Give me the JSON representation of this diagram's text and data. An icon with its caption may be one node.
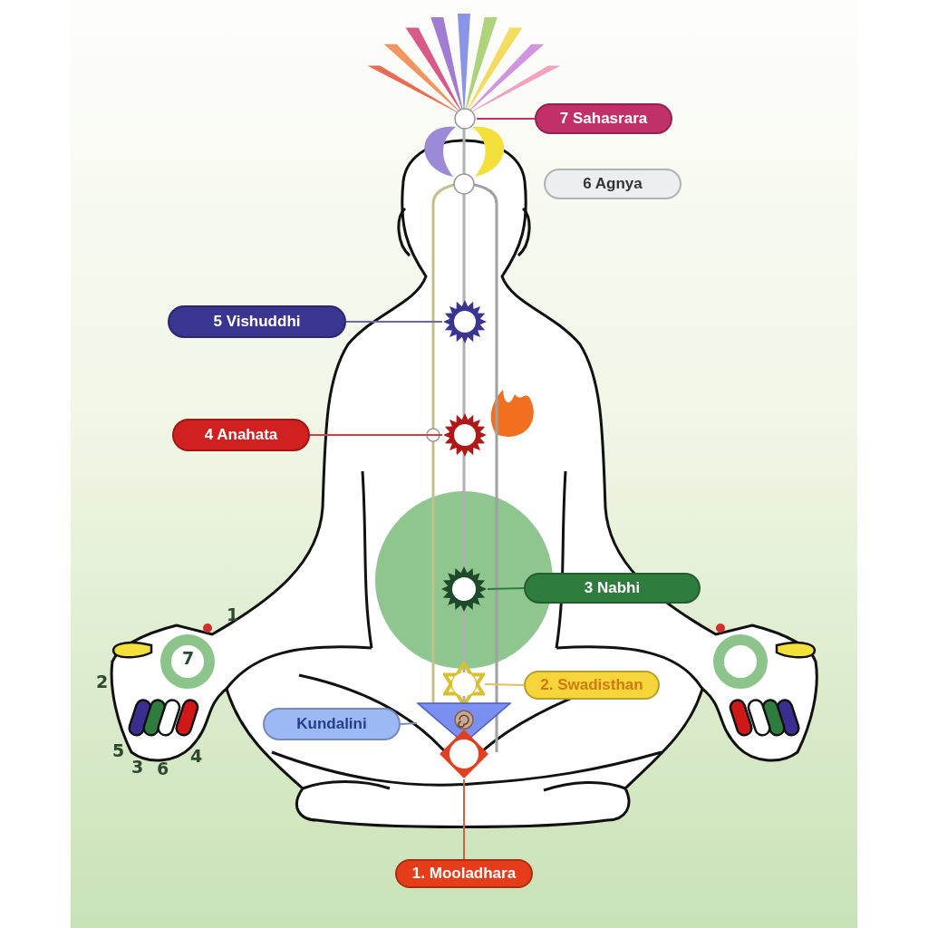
{
  "diagram": {
    "nodes": [
      {
        "text": [
          "7 Sahasrara"
        ]
      },
      {
        "text": [],
        "shape": "circle"
      },
      {
        "text": [
          "6 Agnya"
        ]
      },
      {
        "text": [
          "5 Vishuddhi"
        ]
      },
      {
        "text": [],
        "shape": "star"
      },
      {
        "text": [
          "4 Anahata"
        ]
      },
      {
        "text": [],
        "shape": "star"
      },
      {
        "text": [
          "3 Nabhi"
        ]
      },
      {
        "text": [],
        "shape": "star"
      },
      {
        "text": [
          "2. Swadisthan"
        ]
      },
      {
        "text": [],
        "shape": "star"
      },
      {
        "text": [
          "Kundalini"
        ]
      },
      {
        "text": [],
        "shape": "triangle"
      },
      {
        "text": [
          "1. Mooladhara"
        ]
      },
      {
        "text": [],
        "shape": "diamond"
      }
    ],
    "edges": [
      {
        "from": 0,
        "to": 1,
        "arrow": "none",
        "color": "#c2306a"
      },
      {
        "from": 3,
        "to": 4,
        "arrow": "none",
        "color": "#6a6aa0"
      },
      {
        "from": 5,
        "to": 6,
        "arrow": "none",
        "color": "#d04040"
      },
      {
        "from": 7,
        "to": 8,
        "arrow": "none",
        "color": "#2e7d3e"
      },
      {
        "from": 9,
        "to": 10,
        "arrow": "none",
        "color": "#e0c060"
      },
      {
        "from": 11,
        "to": 12,
        "arrow": "none",
        "color": "#8090b0"
      },
      {
        "from": 13,
        "to": 14,
        "arrow": "none",
        "color": "#d06040"
      }
    ],
    "labels": [
      "1",
      "7",
      "2",
      "5",
      "4",
      "3",
      "6"
    ]
  }
}
